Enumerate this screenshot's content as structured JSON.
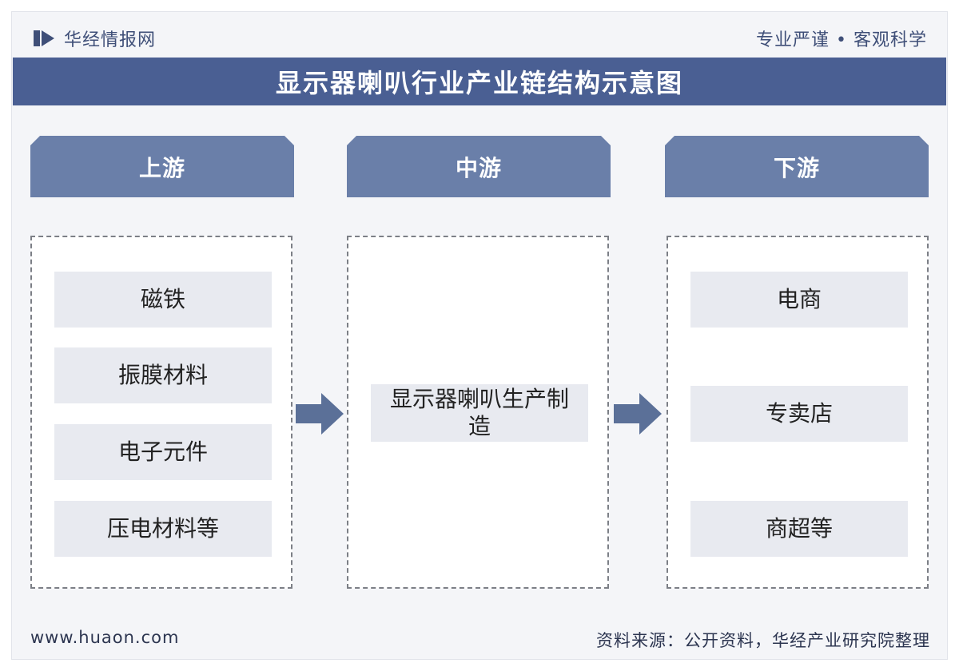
{
  "header": {
    "brand": "华经情报网",
    "slogan": "专业严谨 • 客观科学"
  },
  "title": "显示器喇叭行业产业链结构示意图",
  "stages": [
    {
      "label": "上游",
      "items": [
        "磁铁",
        "振膜材料",
        "电子元件",
        "压电材料等"
      ]
    },
    {
      "label": "中游",
      "items": [
        "显示器喇叭生产制造"
      ]
    },
    {
      "label": "下游",
      "items": [
        "电商",
        "专卖店",
        "商超等"
      ]
    }
  ],
  "footer": {
    "website": "www.huaon.com",
    "source": "资料来源：公开资料，华经产业研究院整理"
  },
  "colors": {
    "title_bar": "#4a5f93",
    "stage_header": "#6a7fa9",
    "arrow": "#5b7098",
    "item_bg": "#e8eaf0"
  }
}
